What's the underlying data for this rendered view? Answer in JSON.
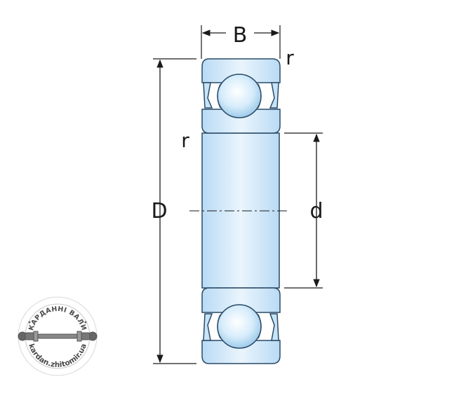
{
  "labels": {
    "width": "B",
    "radius_top": "r",
    "radius_side": "r",
    "outer_diameter": "D",
    "bore_diameter": "d"
  },
  "logo": {
    "top_text": "КАРДАННІ ВАЛИ",
    "bottom_text": "kardan.zhitomir.ua"
  },
  "colors": {
    "ring_fill": "#c8e4f8",
    "ring_stroke": "#2a4a66",
    "line": "#1a1a1a"
  }
}
